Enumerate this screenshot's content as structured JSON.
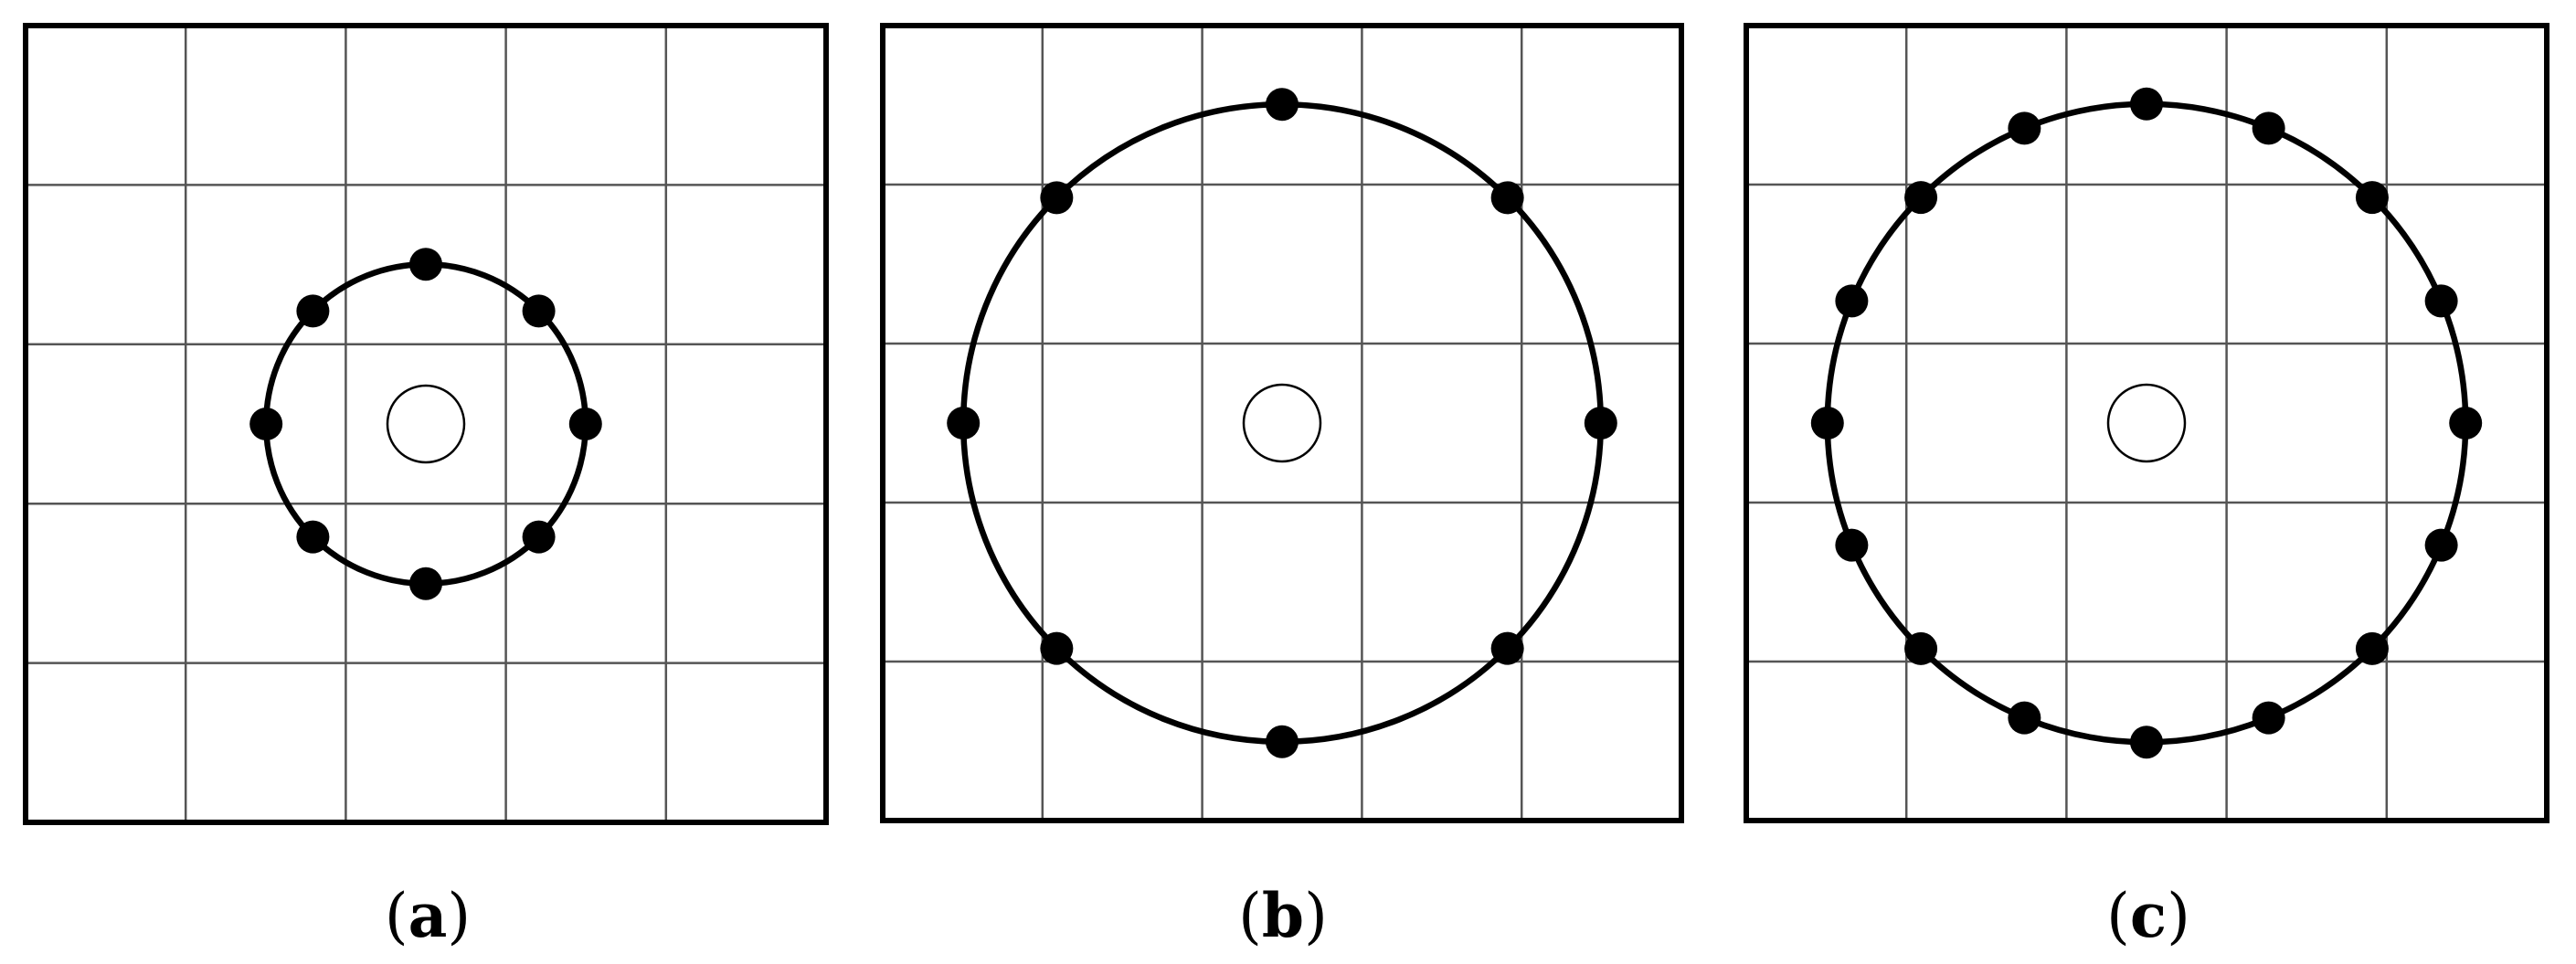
{
  "panels": [
    {
      "id": "a",
      "caption_open": "(",
      "caption_letter": "a",
      "caption_close": ")",
      "grid": {
        "cols": 5,
        "rows": 5
      },
      "ring_radius_cells": 1.0,
      "point_count": 8
    },
    {
      "id": "b",
      "caption_open": "(",
      "caption_letter": "b",
      "caption_close": ")",
      "grid": {
        "cols": 5,
        "rows": 5
      },
      "ring_radius_cells": 2.0,
      "point_count": 8
    },
    {
      "id": "c",
      "caption_open": "(",
      "caption_letter": "c",
      "caption_close": ")",
      "grid": {
        "cols": 5,
        "rows": 5
      },
      "ring_radius_cells": 2.0,
      "point_count": 16
    }
  ],
  "colors": {
    "frame": "#000000",
    "grid": "#555555",
    "ring": "#000000",
    "point": "#000000",
    "center": "#000000",
    "background": "#ffffff"
  }
}
